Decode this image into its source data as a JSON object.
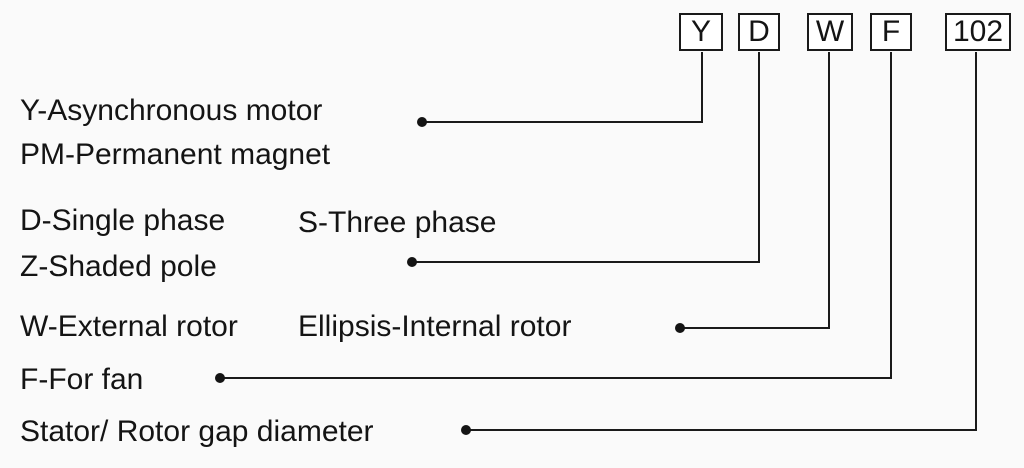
{
  "codes": {
    "y": "Y",
    "d": "D",
    "w": "W",
    "f": "F",
    "size": "102"
  },
  "meanings": {
    "y_line1": "Y-Asynchronous motor",
    "y_line2": "PM-Permanent magnet",
    "d_line1_a": "D-Single phase",
    "d_line1_b": "S-Three phase",
    "d_line2": "Z-Shaded pole",
    "w_a": "W-External rotor",
    "w_b": "Ellipsis-Internal rotor",
    "f": "F-For fan",
    "size": "Stator/ Rotor gap diameter"
  }
}
